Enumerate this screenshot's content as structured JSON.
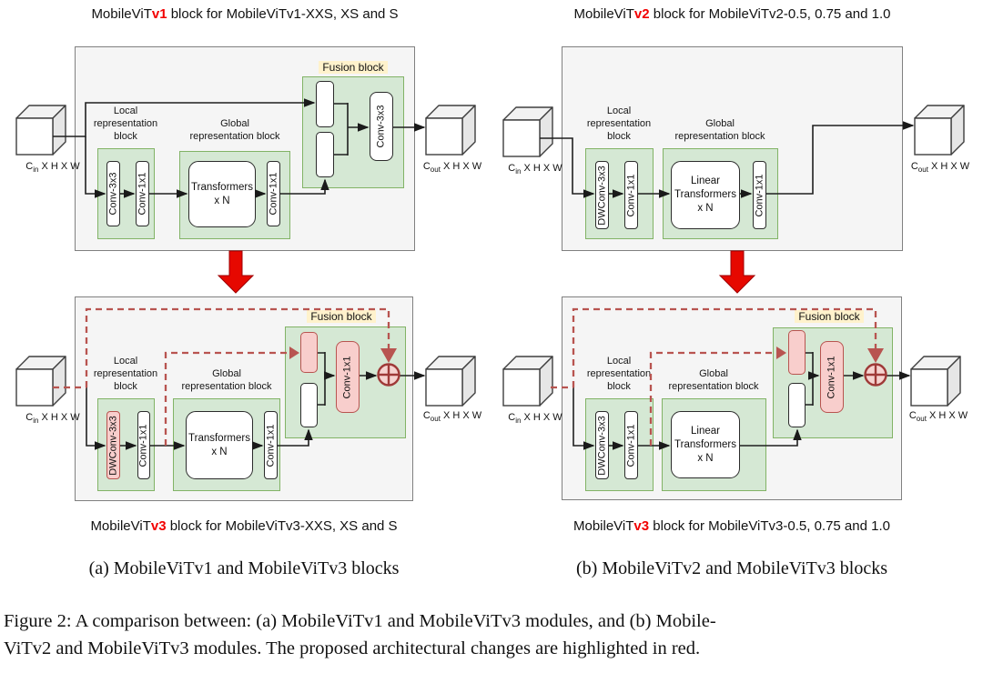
{
  "titles": {
    "tl": {
      "prefix": "MobileViT",
      "version": "v1",
      "rest": " block for MobileViTv1-XXS, XS and S"
    },
    "tr": {
      "prefix": "MobileViT",
      "version": "v2",
      "rest": " block for MobileViTv2-0.5, 0.75 and 1.0"
    }
  },
  "bottom_labels": {
    "bl": {
      "prefix": "MobileViT",
      "version": "v3",
      "rest": " block for MobileViTv3-XXS, XS and S"
    },
    "br": {
      "prefix": "MobileViT",
      "version": "v3",
      "rest": " block for MobileViTv3-0.5, 0.75 and 1.0"
    }
  },
  "subcaptions": {
    "a": "(a) MobileViTv1 and MobileViTv3 blocks",
    "b": "(b) MobileViTv2 and MobileViTv3 blocks"
  },
  "caption": {
    "text": "Figure 2: A comparison between: (a) MobileViTv1 and MobileViTv3 modules, and (b) Mobile-\nViTv2 and MobileViTv3 modules. The proposed architectural changes are highlighted in red."
  },
  "panels": {
    "tl": {
      "local_label": "Local\nrepresentation\nblock",
      "global_label": "Global\nrepresentation block",
      "fusion_label": "Fusion block",
      "conv_a": "Conv-3x3",
      "conv_b": "Conv-1x1",
      "transformer": "Transformers\nx N",
      "global_conv": "Conv-1x1",
      "fusion_conv": "Conv-3x3",
      "cube_in": {
        "c": "C",
        "sub": "in",
        "dims": " X H X W"
      },
      "cube_out": {
        "c": "C",
        "sub": "out",
        "dims": " X H X W"
      }
    },
    "tr": {
      "local_label": "Local\nrepresentation\nblock",
      "global_label": "Global\nrepresentation block",
      "conv_a": "DWConv-3x3",
      "conv_b": "Conv-1x1",
      "transformer": "Linear\nTransformers\nx N",
      "global_conv": "Conv-1x1",
      "cube_in": {
        "c": "C",
        "sub": "in",
        "dims": " X H X W"
      },
      "cube_out": {
        "c": "C",
        "sub": "out",
        "dims": " X H X W"
      }
    },
    "bl": {
      "local_label": "Local\nrepresentation\nblock",
      "global_label": "Global\nrepresentation block",
      "fusion_label": "Fusion block",
      "conv_a": "DWConv-3x3",
      "conv_b": "Conv-1x1",
      "transformer": "Transformers\nx N",
      "global_conv": "Conv-1x1",
      "fusion_conv": "Conv-1x1",
      "cube_in": {
        "c": "C",
        "sub": "in",
        "dims": " X H X W"
      },
      "cube_out": {
        "c": "C",
        "sub": "out",
        "dims": " X H X W"
      }
    },
    "br": {
      "local_label": "Local\nrepresentation\nblock",
      "global_label": "Global\nrepresentation block",
      "fusion_label": "Fusion block",
      "conv_a": "DWConv-3x3",
      "conv_b": "Conv-1x1",
      "transformer": "Linear\nTransformers\nx N",
      "fusion_conv": "Conv-1x1",
      "cube_in": {
        "c": "C",
        "sub": "in",
        "dims": " X H X W"
      },
      "cube_out": {
        "c": "C",
        "sub": "out",
        "dims": " X H X W"
      }
    }
  },
  "colors": {
    "highlight_red": "#f20000",
    "dashed_red": "#b85450",
    "pink_fill": "#f8cecc",
    "green_fill": "#d5e8d4",
    "green_border": "#82b366",
    "fusion_label_bg": "#fff2cc",
    "panel_fill": "#f5f5f5",
    "transition_arrow_red": "#e60800"
  }
}
